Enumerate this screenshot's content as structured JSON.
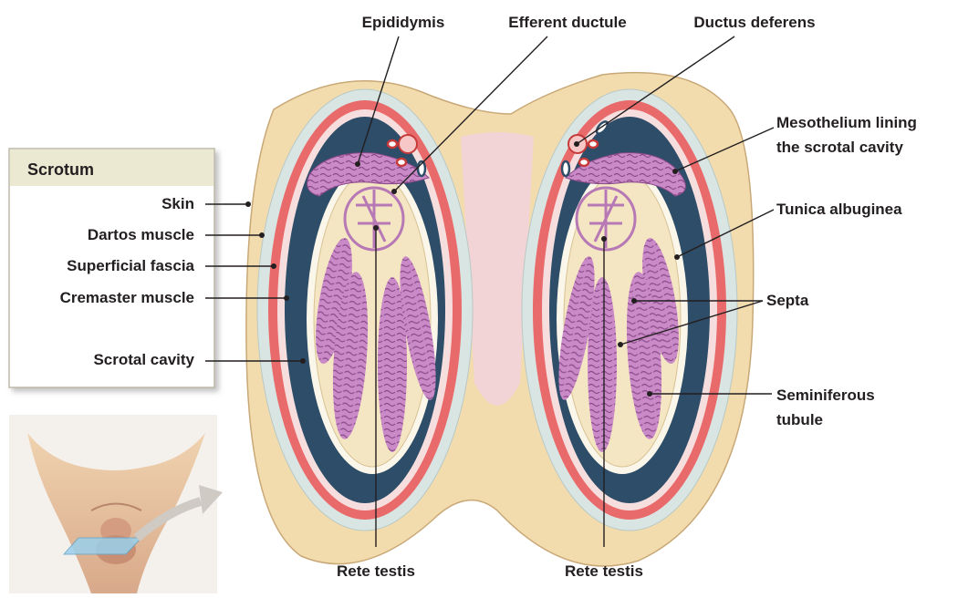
{
  "legend": {
    "title": "Scrotum",
    "items": [
      "Skin",
      "Dartos muscle",
      "Superficial fascia",
      "Cremaster muscle",
      "Scrotal cavity"
    ]
  },
  "labels": {
    "epididymis": "Epididymis",
    "efferent_ductule": "Efferent ductule",
    "ductus_deferens": "Ductus deferens",
    "mesothelium_line1": "Mesothelium lining",
    "mesothelium_line2": "the scrotal cavity",
    "tunica_albuginea": "Tunica albuginea",
    "septa": "Septa",
    "seminiferous_line1": "Seminiferous",
    "seminiferous_line2": "tubule",
    "rete_testis_left": "Rete testis",
    "rete_testis_right": "Rete testis"
  },
  "colors": {
    "skin_outer": "#f2dcae",
    "muscle_red": "#e96a6a",
    "fascia_light": "#d9e5e3",
    "cavity_dark": "#2d4d68",
    "tubule_pink": "#c98ac7",
    "septum_cream": "#f5e6c3",
    "legend_header": "#ece9d3"
  }
}
